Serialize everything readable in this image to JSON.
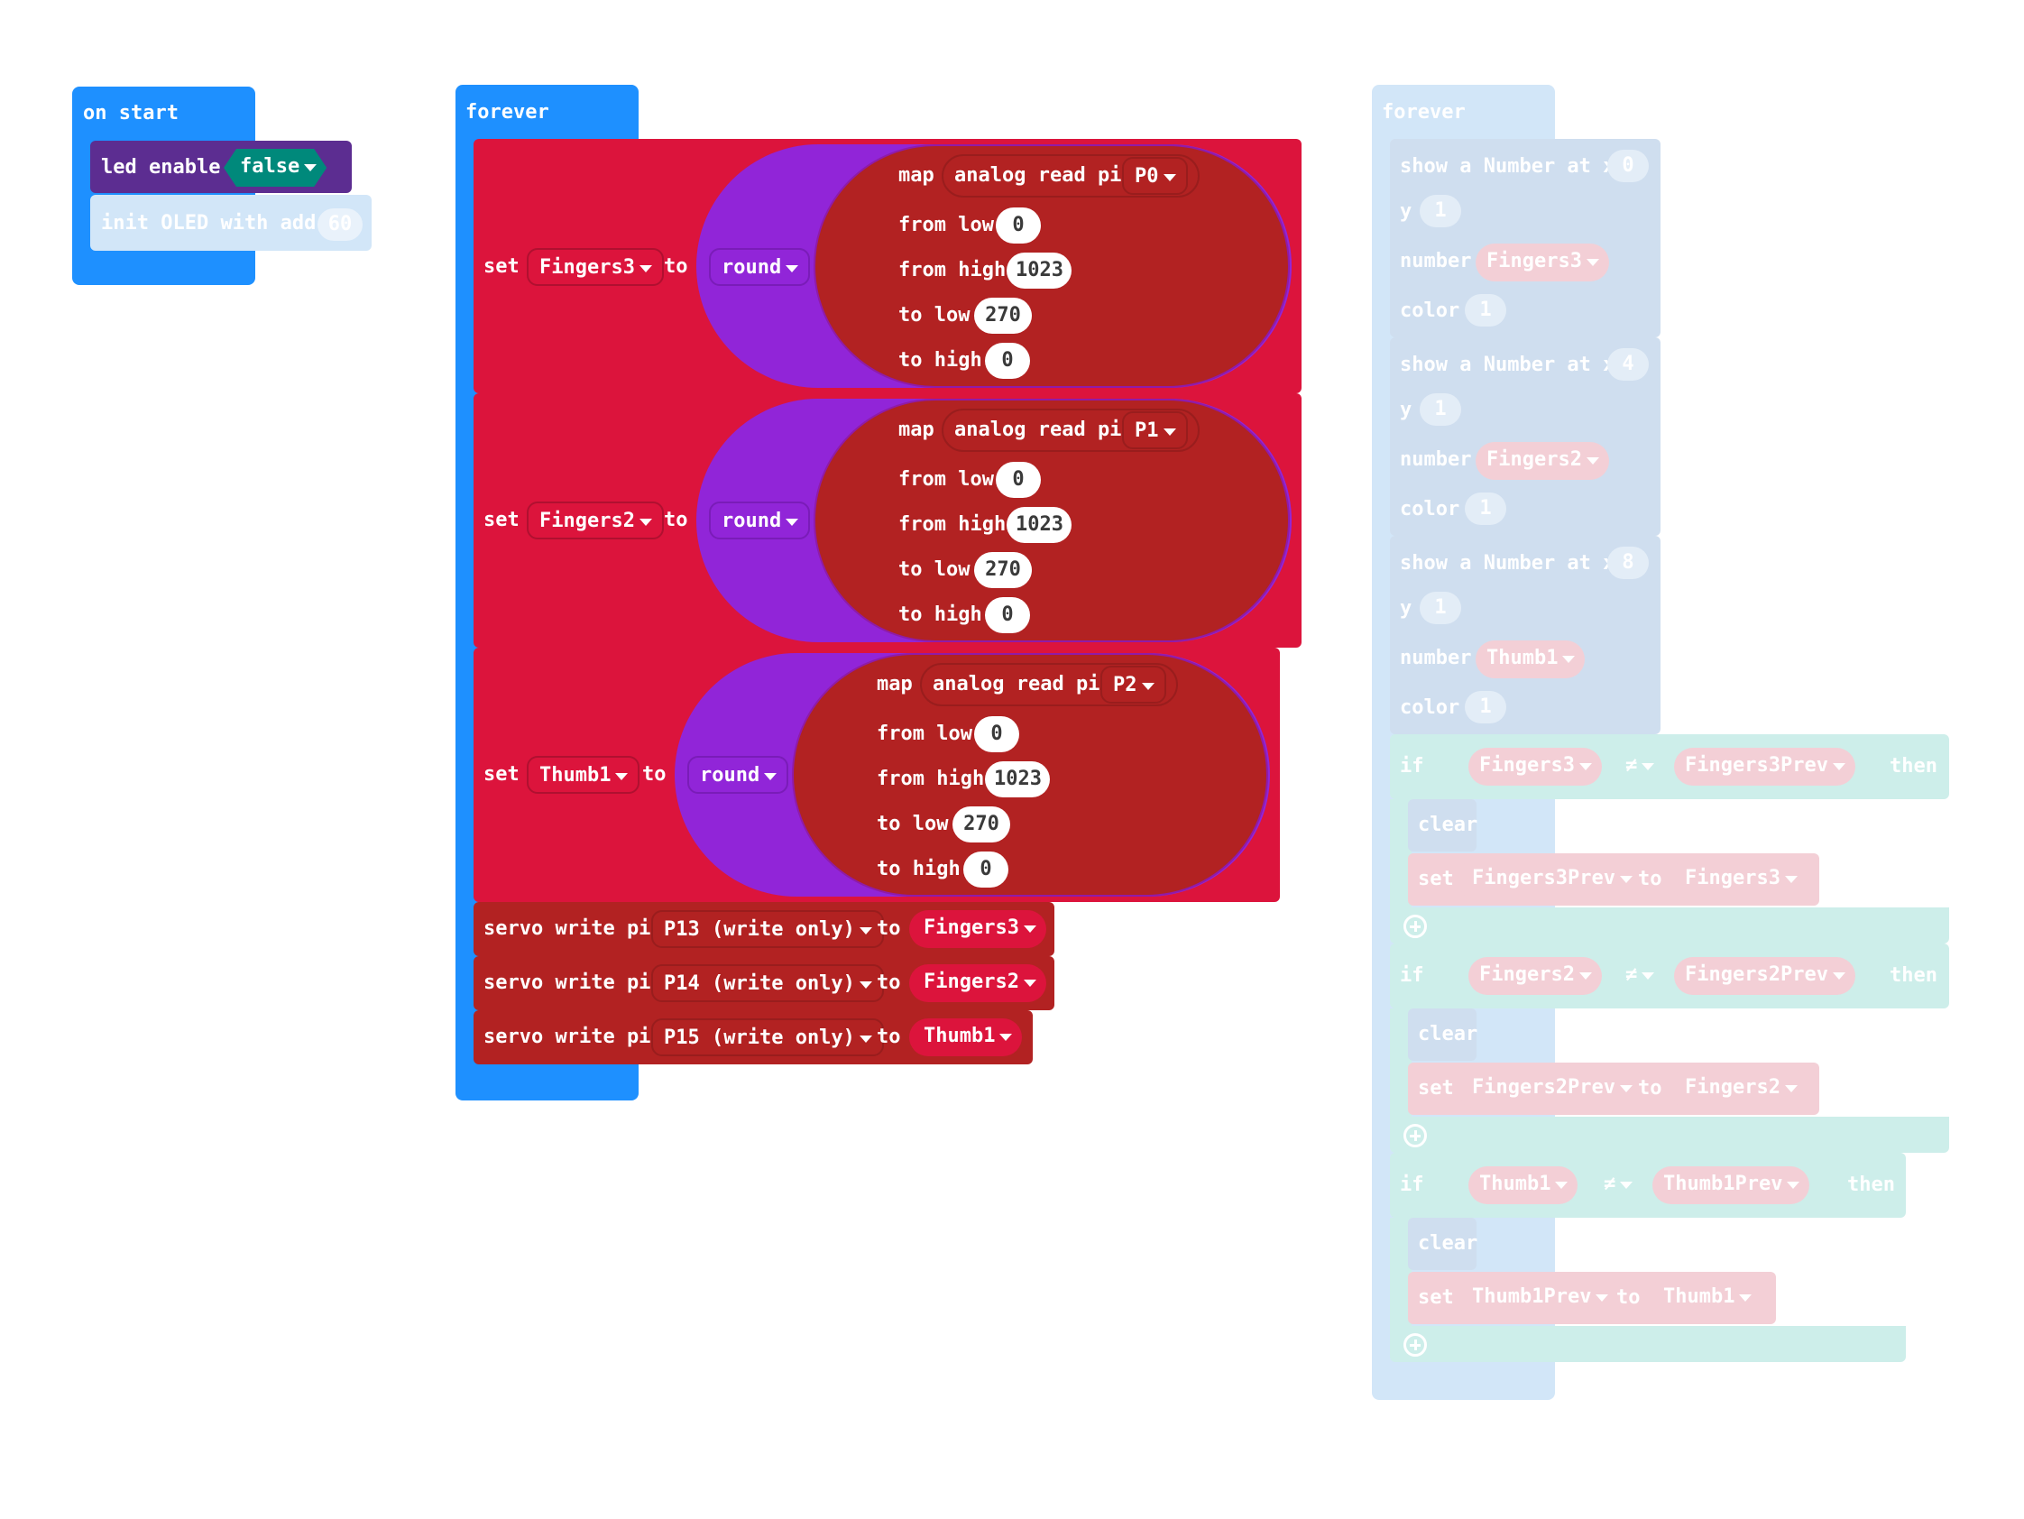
{
  "colors": {
    "event_blue": "#1e90ff",
    "variables_red": "#dc143c",
    "pins_dark_red": "#b22222",
    "math_purple": "#9125d8",
    "led_purple": "#5c2d91",
    "logic_teal": "#00897b"
  },
  "on_start": {
    "header": "on start",
    "led_block": {
      "label": "led enable",
      "value": "false"
    },
    "oled_block": {
      "label": "init OLED with addr",
      "value": "60"
    }
  },
  "forever_main": {
    "header": "forever",
    "set_blocks": [
      {
        "set": "set",
        "var": "Fingers3",
        "to": "to",
        "func": "round",
        "map": "map",
        "read": "analog read pin",
        "pin": "P0",
        "from_low_label": "from low",
        "from_low": "0",
        "from_high_label": "from high",
        "from_high": "1023",
        "to_low_label": "to low",
        "to_low": "270",
        "to_high_label": "to high",
        "to_high": "0"
      },
      {
        "set": "set",
        "var": "Fingers2",
        "to": "to",
        "func": "round",
        "map": "map",
        "read": "analog read pin",
        "pin": "P1",
        "from_low_label": "from low",
        "from_low": "0",
        "from_high_label": "from high",
        "from_high": "1023",
        "to_low_label": "to low",
        "to_low": "270",
        "to_high_label": "to high",
        "to_high": "0"
      },
      {
        "set": "set",
        "var": "Thumb1",
        "to": "to",
        "func": "round",
        "map": "map",
        "read": "analog read pin",
        "pin": "P2",
        "from_low_label": "from low",
        "from_low": "0",
        "from_high_label": "from high",
        "from_high": "1023",
        "to_low_label": "to low",
        "to_low": "270",
        "to_high_label": "to high",
        "to_high": "0"
      }
    ],
    "servo_blocks": [
      {
        "label": "servo write pin",
        "pin": "P13 (write only)",
        "to": "to",
        "var": "Fingers3"
      },
      {
        "label": "servo write pin",
        "pin": "P14 (write only)",
        "to": "to",
        "var": "Fingers2"
      },
      {
        "label": "servo write pin",
        "pin": "P15 (write only)",
        "to": "to",
        "var": "Thumb1"
      }
    ]
  },
  "forever_disabled": {
    "header": "forever",
    "show_blocks": [
      {
        "label": "show a Number at x",
        "x": "0",
        "y_label": "y",
        "y": "1",
        "number_label": "number",
        "var": "Fingers3",
        "color_label": "color",
        "color": "1"
      },
      {
        "label": "show a Number at x",
        "x": "4",
        "y_label": "y",
        "y": "1",
        "number_label": "number",
        "var": "Fingers2",
        "color_label": "color",
        "color": "1"
      },
      {
        "label": "show a Number at x",
        "x": "8",
        "y_label": "y",
        "y": "1",
        "number_label": "number",
        "var": "Thumb1",
        "color_label": "color",
        "color": "1"
      }
    ],
    "if_blocks": [
      {
        "if": "if",
        "left": "Fingers3",
        "op": "≠",
        "right": "Fingers3Prev",
        "then": "then",
        "clear": "clear",
        "set": "set",
        "set_var": "Fingers3Prev",
        "to": "to",
        "set_value": "Fingers3"
      },
      {
        "if": "if",
        "left": "Fingers2",
        "op": "≠",
        "right": "Fingers2Prev",
        "then": "then",
        "clear": "clear",
        "set": "set",
        "set_var": "Fingers2Prev",
        "to": "to",
        "set_value": "Fingers2"
      },
      {
        "if": "if",
        "left": "Thumb1",
        "op": "≠",
        "right": "Thumb1Prev",
        "then": "then",
        "clear": "clear",
        "set": "set",
        "set_var": "Thumb1Prev",
        "to": "to",
        "set_value": "Thumb1"
      }
    ]
  }
}
